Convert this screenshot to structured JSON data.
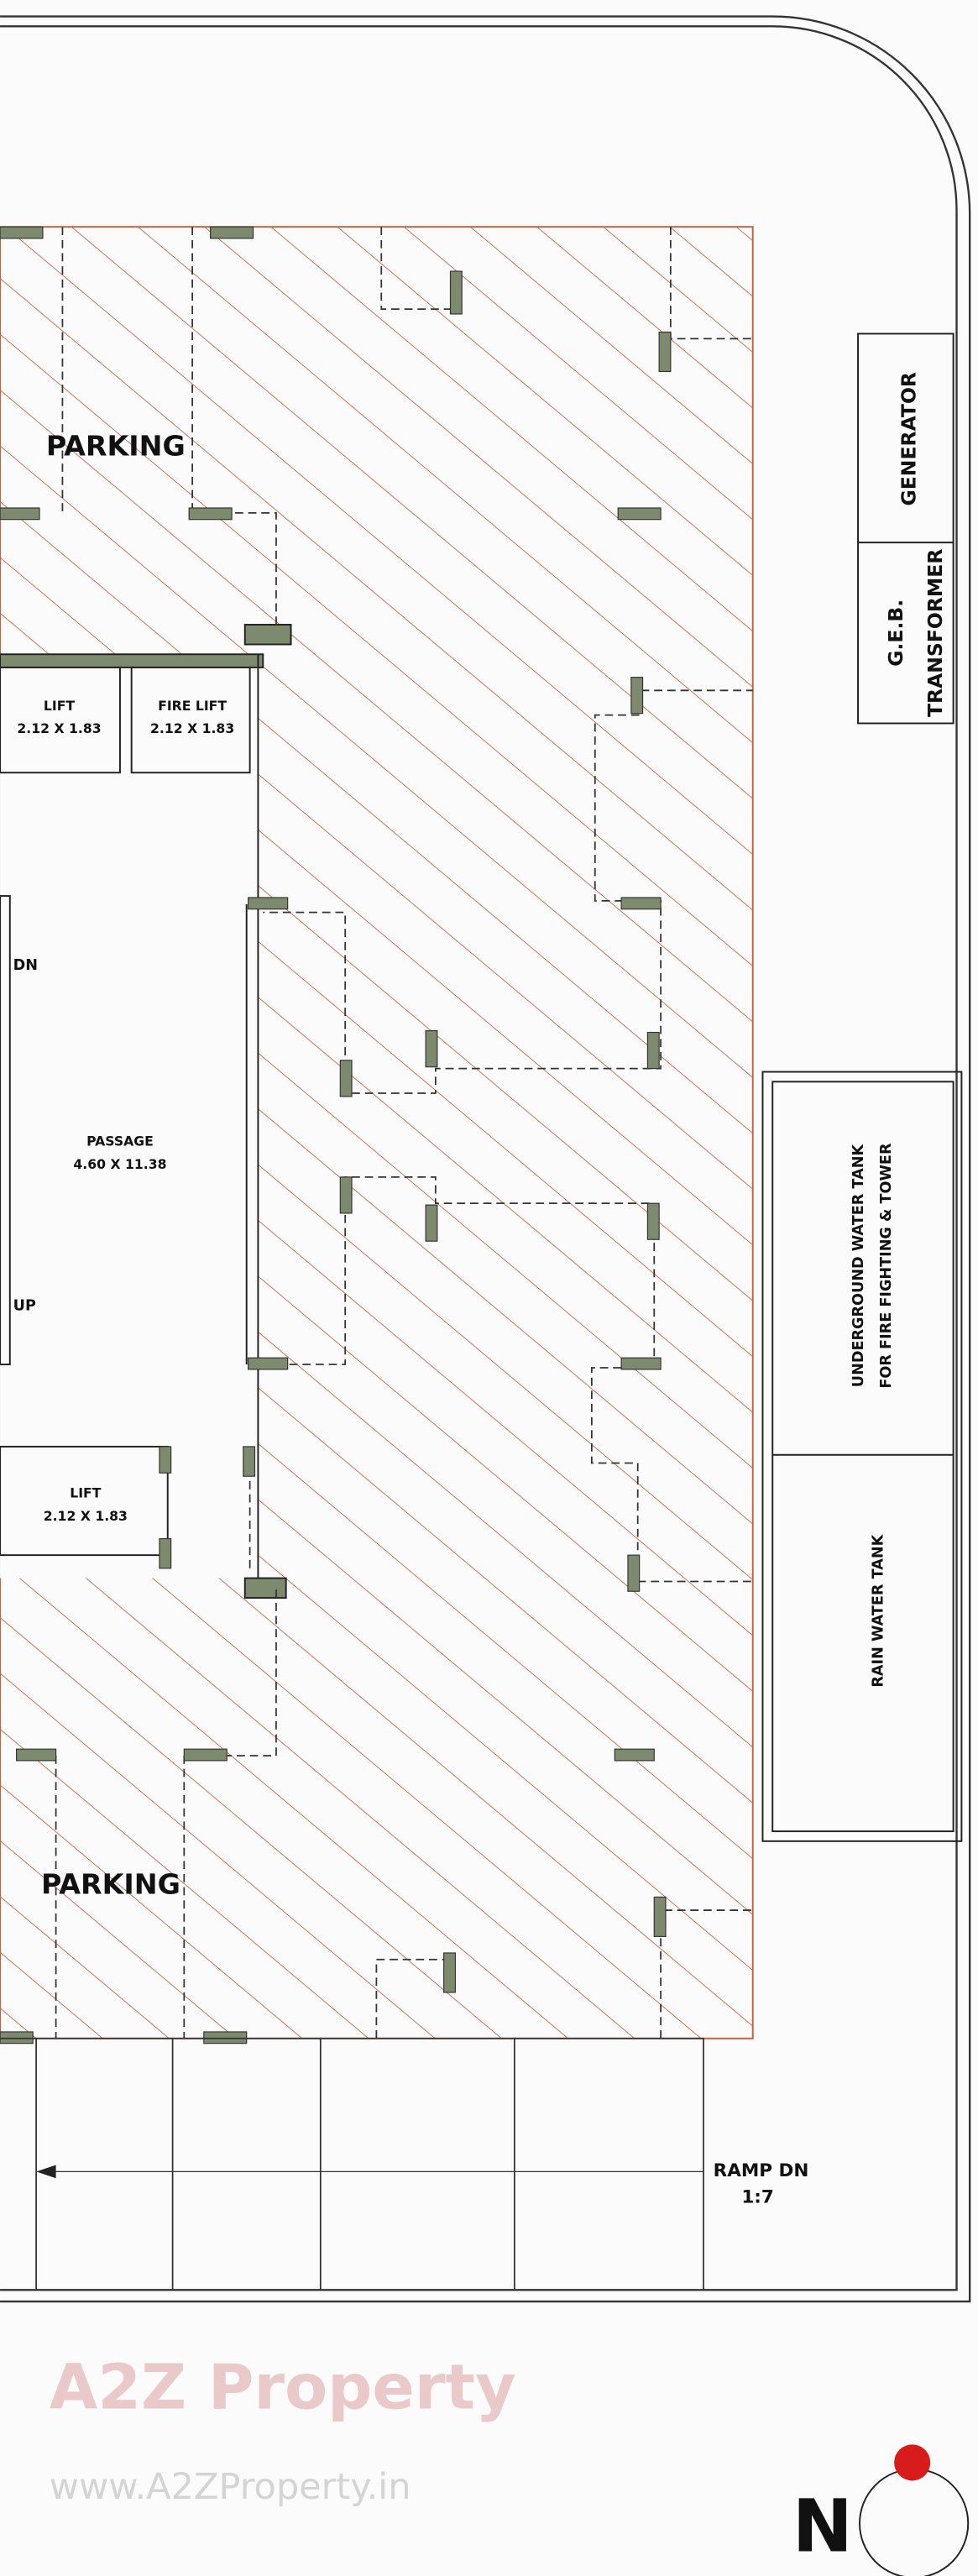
{
  "labels": {
    "parking_top": "PARKING",
    "parking_bottom": "PARKING",
    "lift_1": {
      "name": "LIFT",
      "size": "2.12 X 1.83"
    },
    "fire_lift": {
      "name": "FIRE LIFT",
      "size": "2.12 X 1.83"
    },
    "lift_2": {
      "name": "LIFT",
      "size": "2.12 X 1.83"
    },
    "passage": {
      "name": "PASSAGE",
      "size": "4.60 X 11.38"
    },
    "stair_dn": "DN",
    "stair_up": "UP",
    "generator": "GENERATOR",
    "transformer_line1": "G.E.B.",
    "transformer_line2": "TRANSFORMER",
    "fire_tank_line1": "UNDERGROUND WATER TANK",
    "fire_tank_line2": "FOR FIRE FIGHTING & TOWER",
    "rain_tank": "RAIN WATER TANK",
    "ramp_line1": "RAMP DN",
    "ramp_line2": "1:7",
    "north": "N"
  },
  "watermarks": {
    "logo": "A2Z Property",
    "url": "www.A2ZProperty.in"
  },
  "colors": {
    "hatch": "#c8603c",
    "column": "#7d8a6e",
    "north_dot": "#d81c1c",
    "line": "#222222"
  },
  "icons": {
    "north": "north-arrow-icon",
    "ramp_arrow": "arrow-left-icon"
  }
}
